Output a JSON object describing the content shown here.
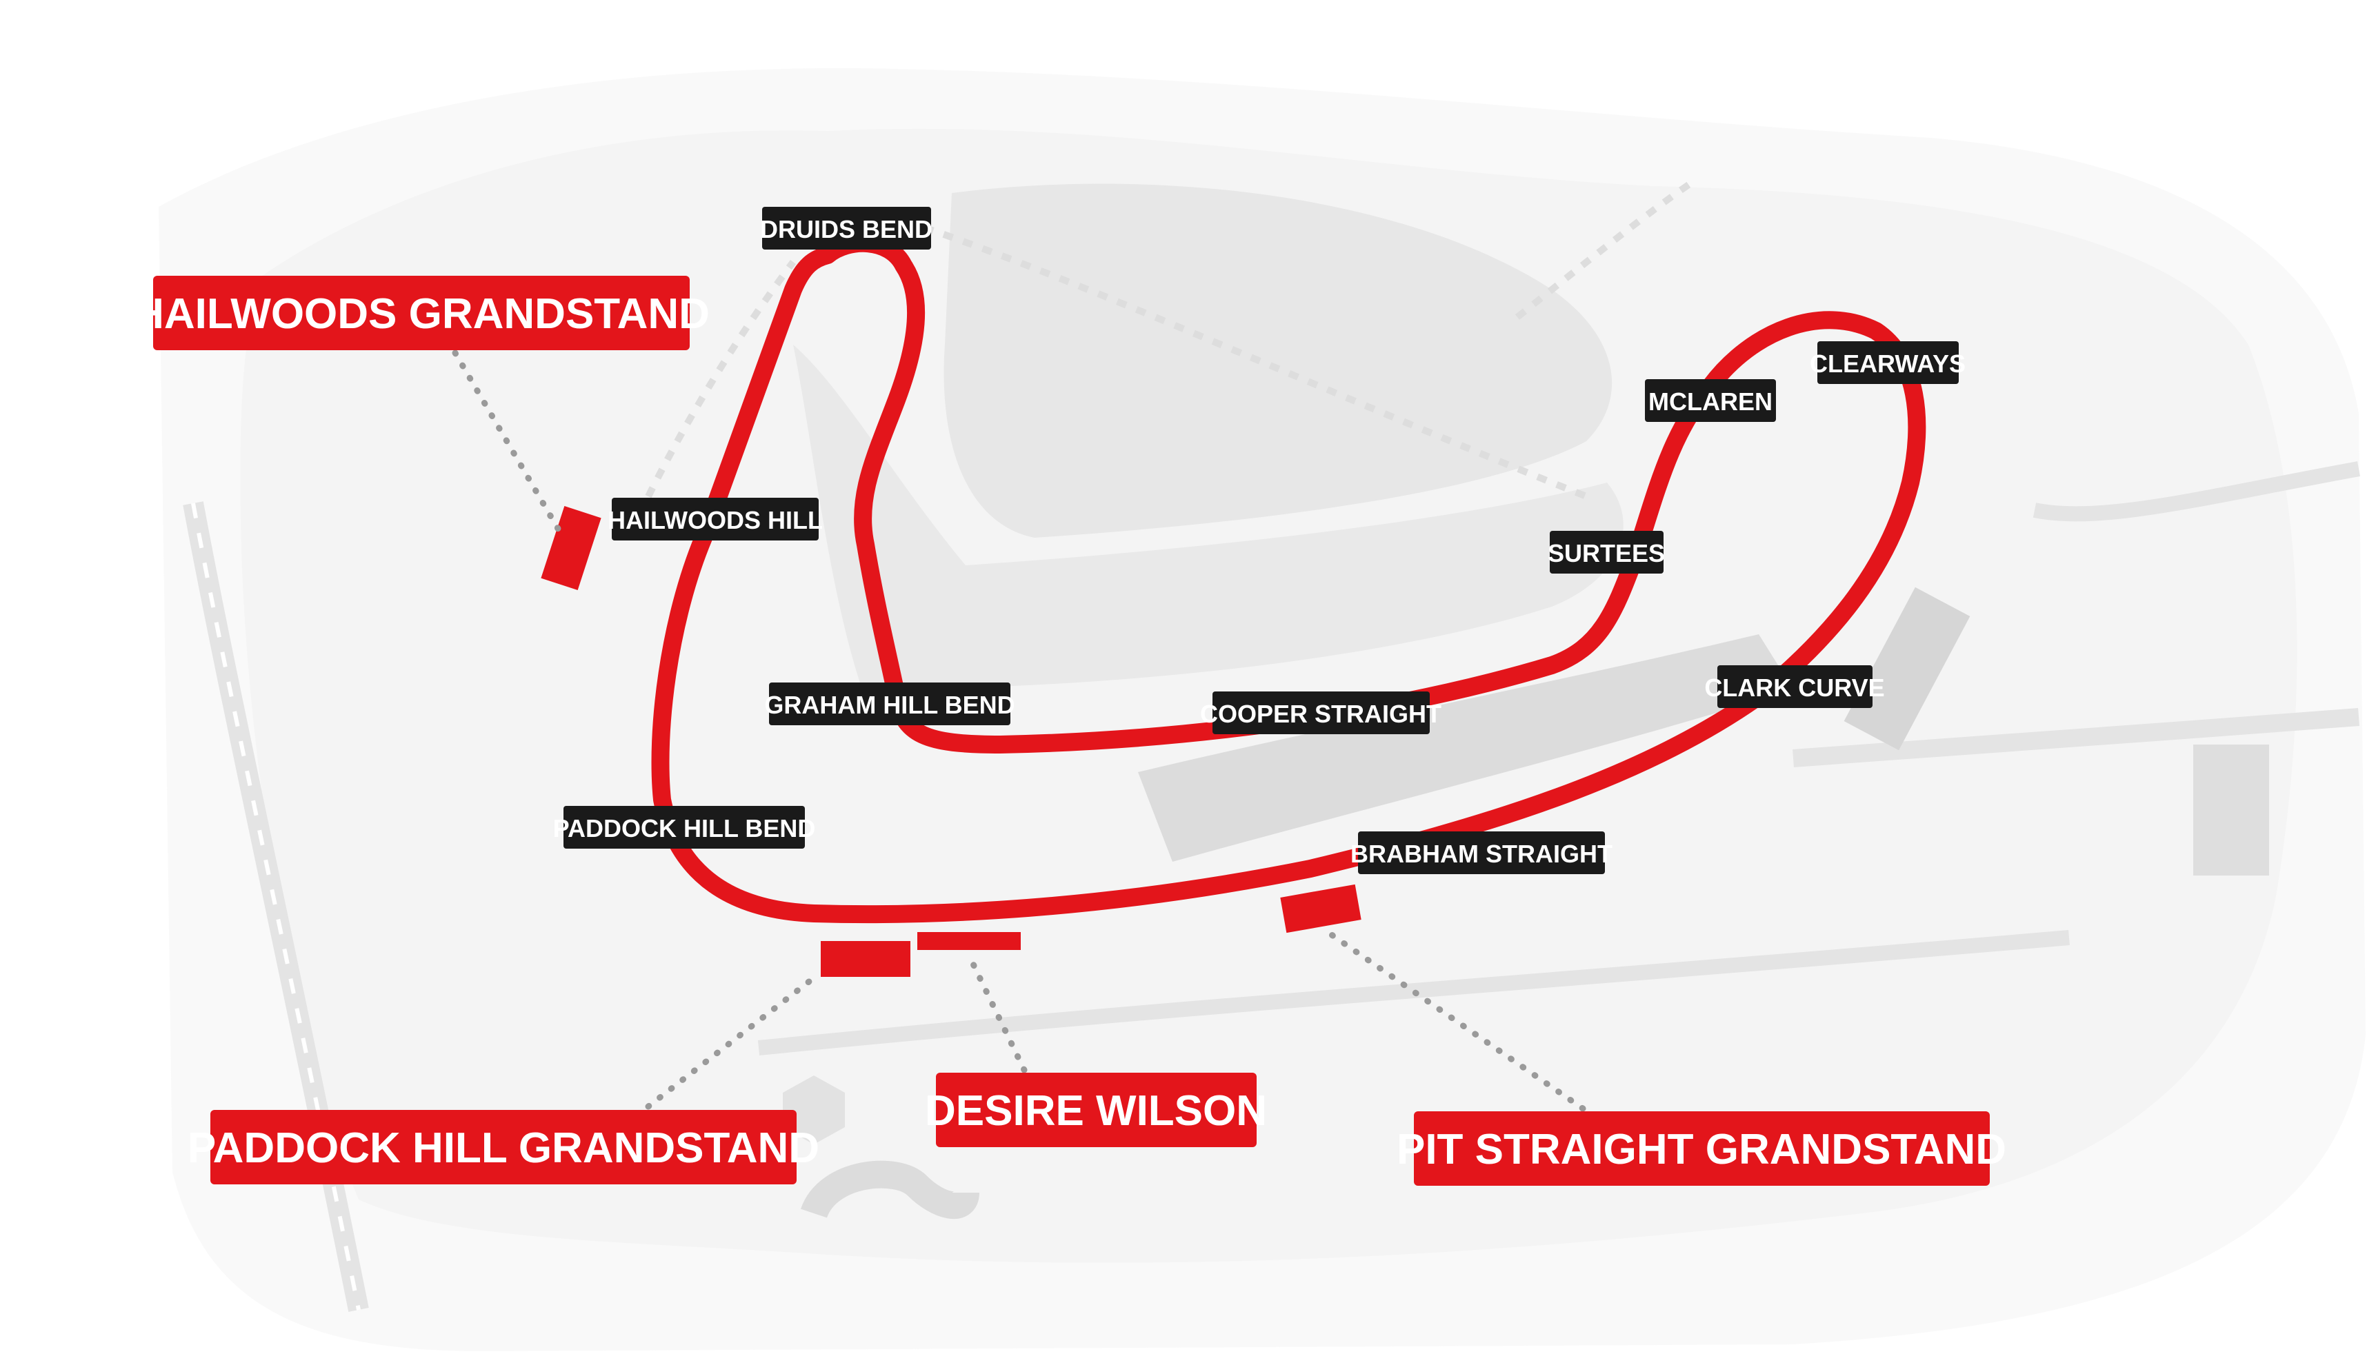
{
  "colors": {
    "track": "#e3151b",
    "grandstand": "#e3151b",
    "corner_label_bg": "#1a1a1a",
    "grandstand_label_bg": "#e3151b",
    "background": "#ffffff",
    "terrain": "#eeeeee"
  },
  "corners": [
    "DRUIDS BEND",
    "HAILWOODS HILL",
    "GRAHAM HILL BEND",
    "COOPER STRAIGHT",
    "PADDOCK HILL BEND",
    "BRABHAM STRAIGHT",
    "SURTEES",
    "MCLAREN",
    "CLEARWAYS",
    "CLARK CURVE"
  ],
  "grandstands": [
    "HAILWOODS GRANDSTAND",
    "PADDOCK HILL GRANDSTAND",
    "DESIRE WILSON",
    "PIT STRAIGHT GRANDSTAND"
  ]
}
